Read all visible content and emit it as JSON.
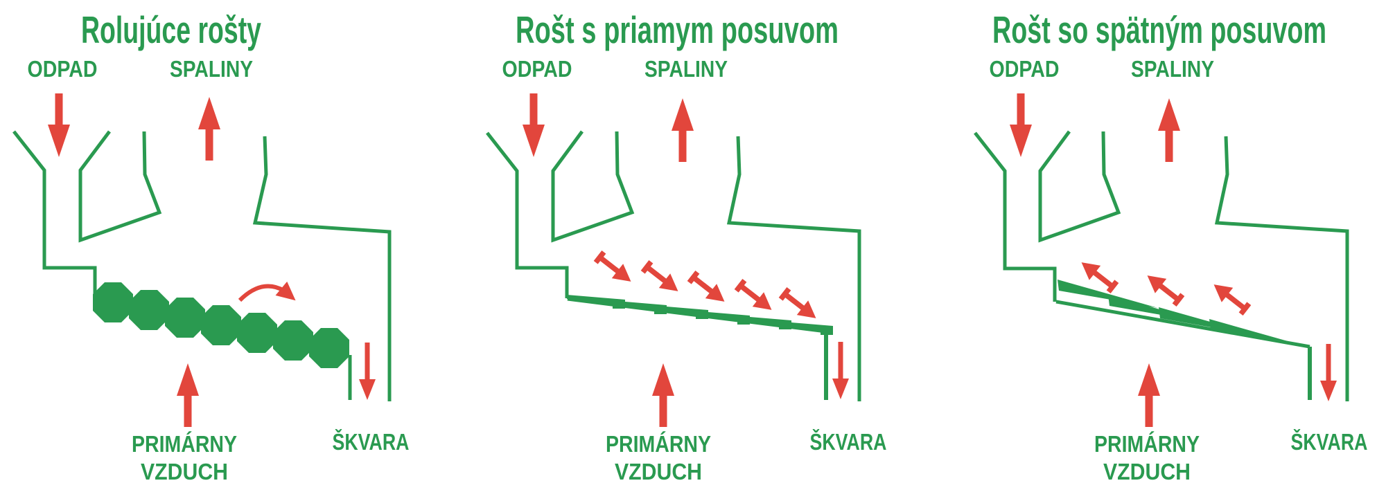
{
  "diagram": {
    "colors": {
      "green": "#2A9A50",
      "red": "#E2463C",
      "background": "#FFFFFF"
    },
    "panels": [
      {
        "title": "Rolujúce rošty",
        "waste_label": "ODPAD",
        "flue_gas_label": "SPALINY",
        "primary_air_label_line1": "PRIMÁRNY",
        "primary_air_label_line2": "VZDUCH",
        "slag_label": "ŠKVARA"
      },
      {
        "title": "Rošt s priamym posuvom",
        "waste_label": "ODPAD",
        "flue_gas_label": "SPALINY",
        "primary_air_label_line1": "PRIMÁRNY",
        "primary_air_label_line2": "VZDUCH",
        "slag_label": "ŠKVARA"
      },
      {
        "title": "Rošt so spätným posuvom",
        "waste_label": "ODPAD",
        "flue_gas_label": "SPALINY",
        "primary_air_label_line1": "PRIMÁRNY",
        "primary_air_label_line2": "VZDUCH",
        "slag_label": "ŠKVARA"
      }
    ]
  }
}
